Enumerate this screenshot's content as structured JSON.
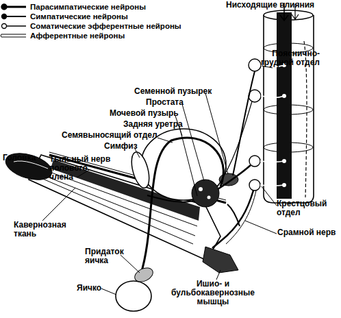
{
  "diagram": {
    "labels": [
      "Нисходящие влияния",
      "Пояснично-грудной отдел",
      "Семенной пузырек",
      "Простата",
      "Мочевой пузырь",
      "Задняя уретра",
      "Семявыносящий отдел",
      "Симфиз",
      "Головка",
      "Тыльный нерв полового члена",
      "Кавернозная ткань",
      "Придаток яичка",
      "Яичко",
      "Ишио- и бульбокавернозные мышцы",
      "Крестцовый отдел",
      "Срамной нерв"
    ],
    "legend": [
      {
        "text": "Парасимпатические нейроны"
      },
      {
        "text": "Симпатические нейроны"
      },
      {
        "text": "Соматические эфферентные нейроны"
      },
      {
        "text": "Афферентные нейроны"
      }
    ]
  }
}
